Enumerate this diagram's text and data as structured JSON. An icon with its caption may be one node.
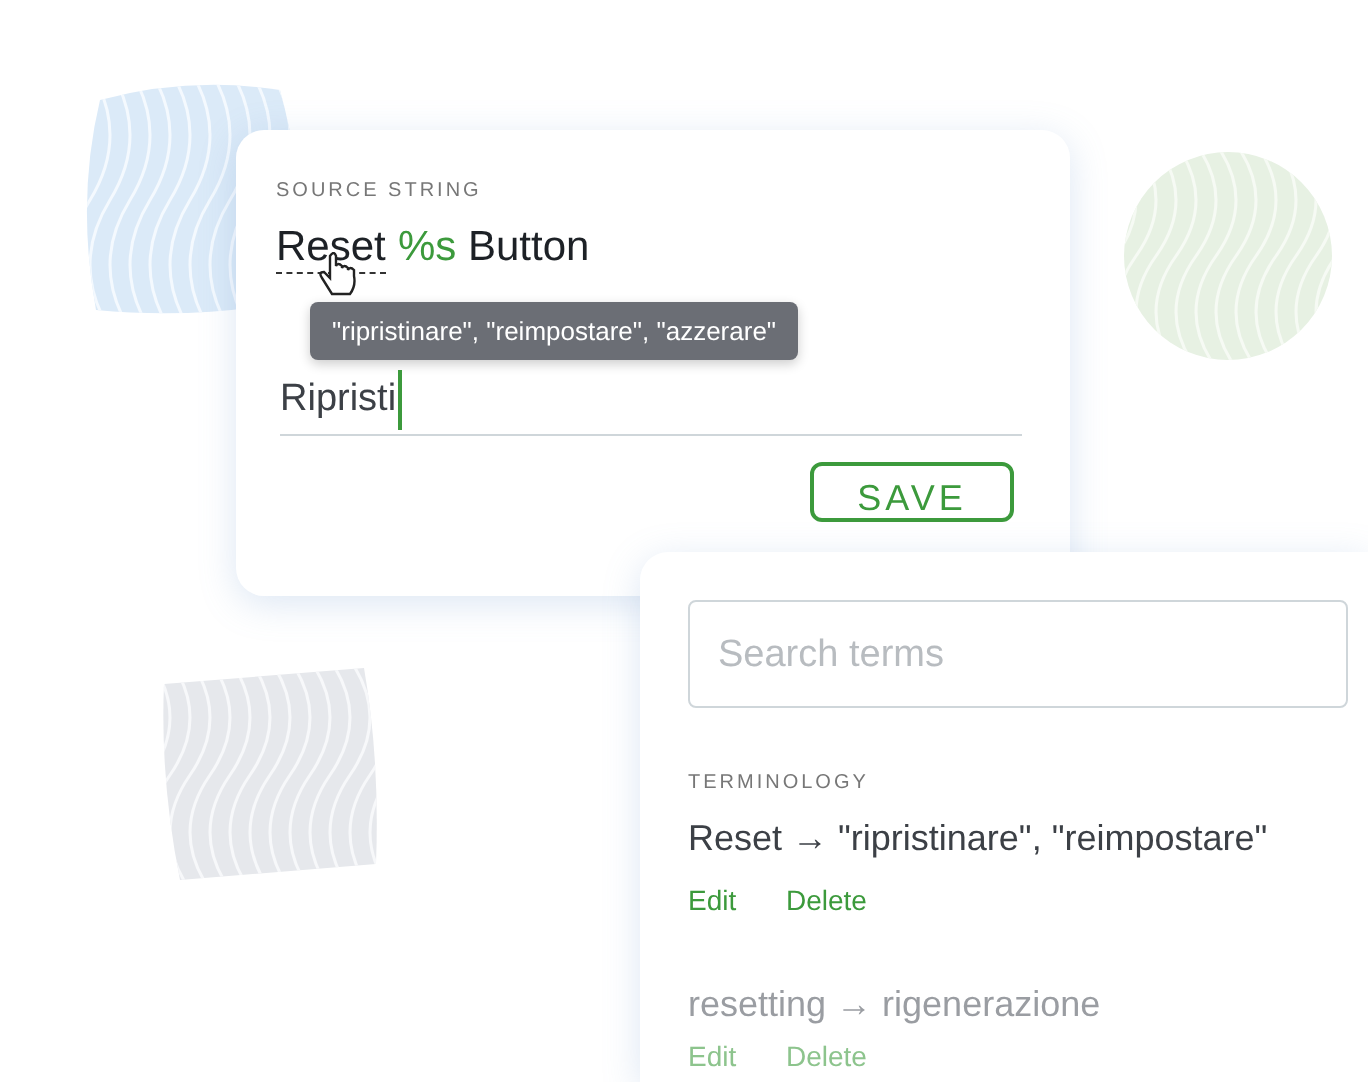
{
  "diagram": {
    "nodes": [
      {
        "text": [
          "SOURCE STRING",
          "Reset",
          "%s",
          "Button"
        ]
      },
      {
        "text": [
          "\"ripristinare\", \"reimpostare\", \"azzerare\""
        ],
        "in": 0
      },
      {
        "text": [
          "Ripristi"
        ],
        "in": 0
      },
      {
        "text": [
          "SAVE"
        ],
        "in": 0
      },
      {
        "text": [
          "TERMINOLOGY",
          "Reset → \"ripristinare\", \"reimpostare\"",
          "Edit",
          "Delete",
          "resetting → rigenerazione",
          "Edit",
          "Delete"
        ]
      },
      {
        "text": [
          "Search terms"
        ],
        "in": 4
      }
    ],
    "edges": []
  }
}
